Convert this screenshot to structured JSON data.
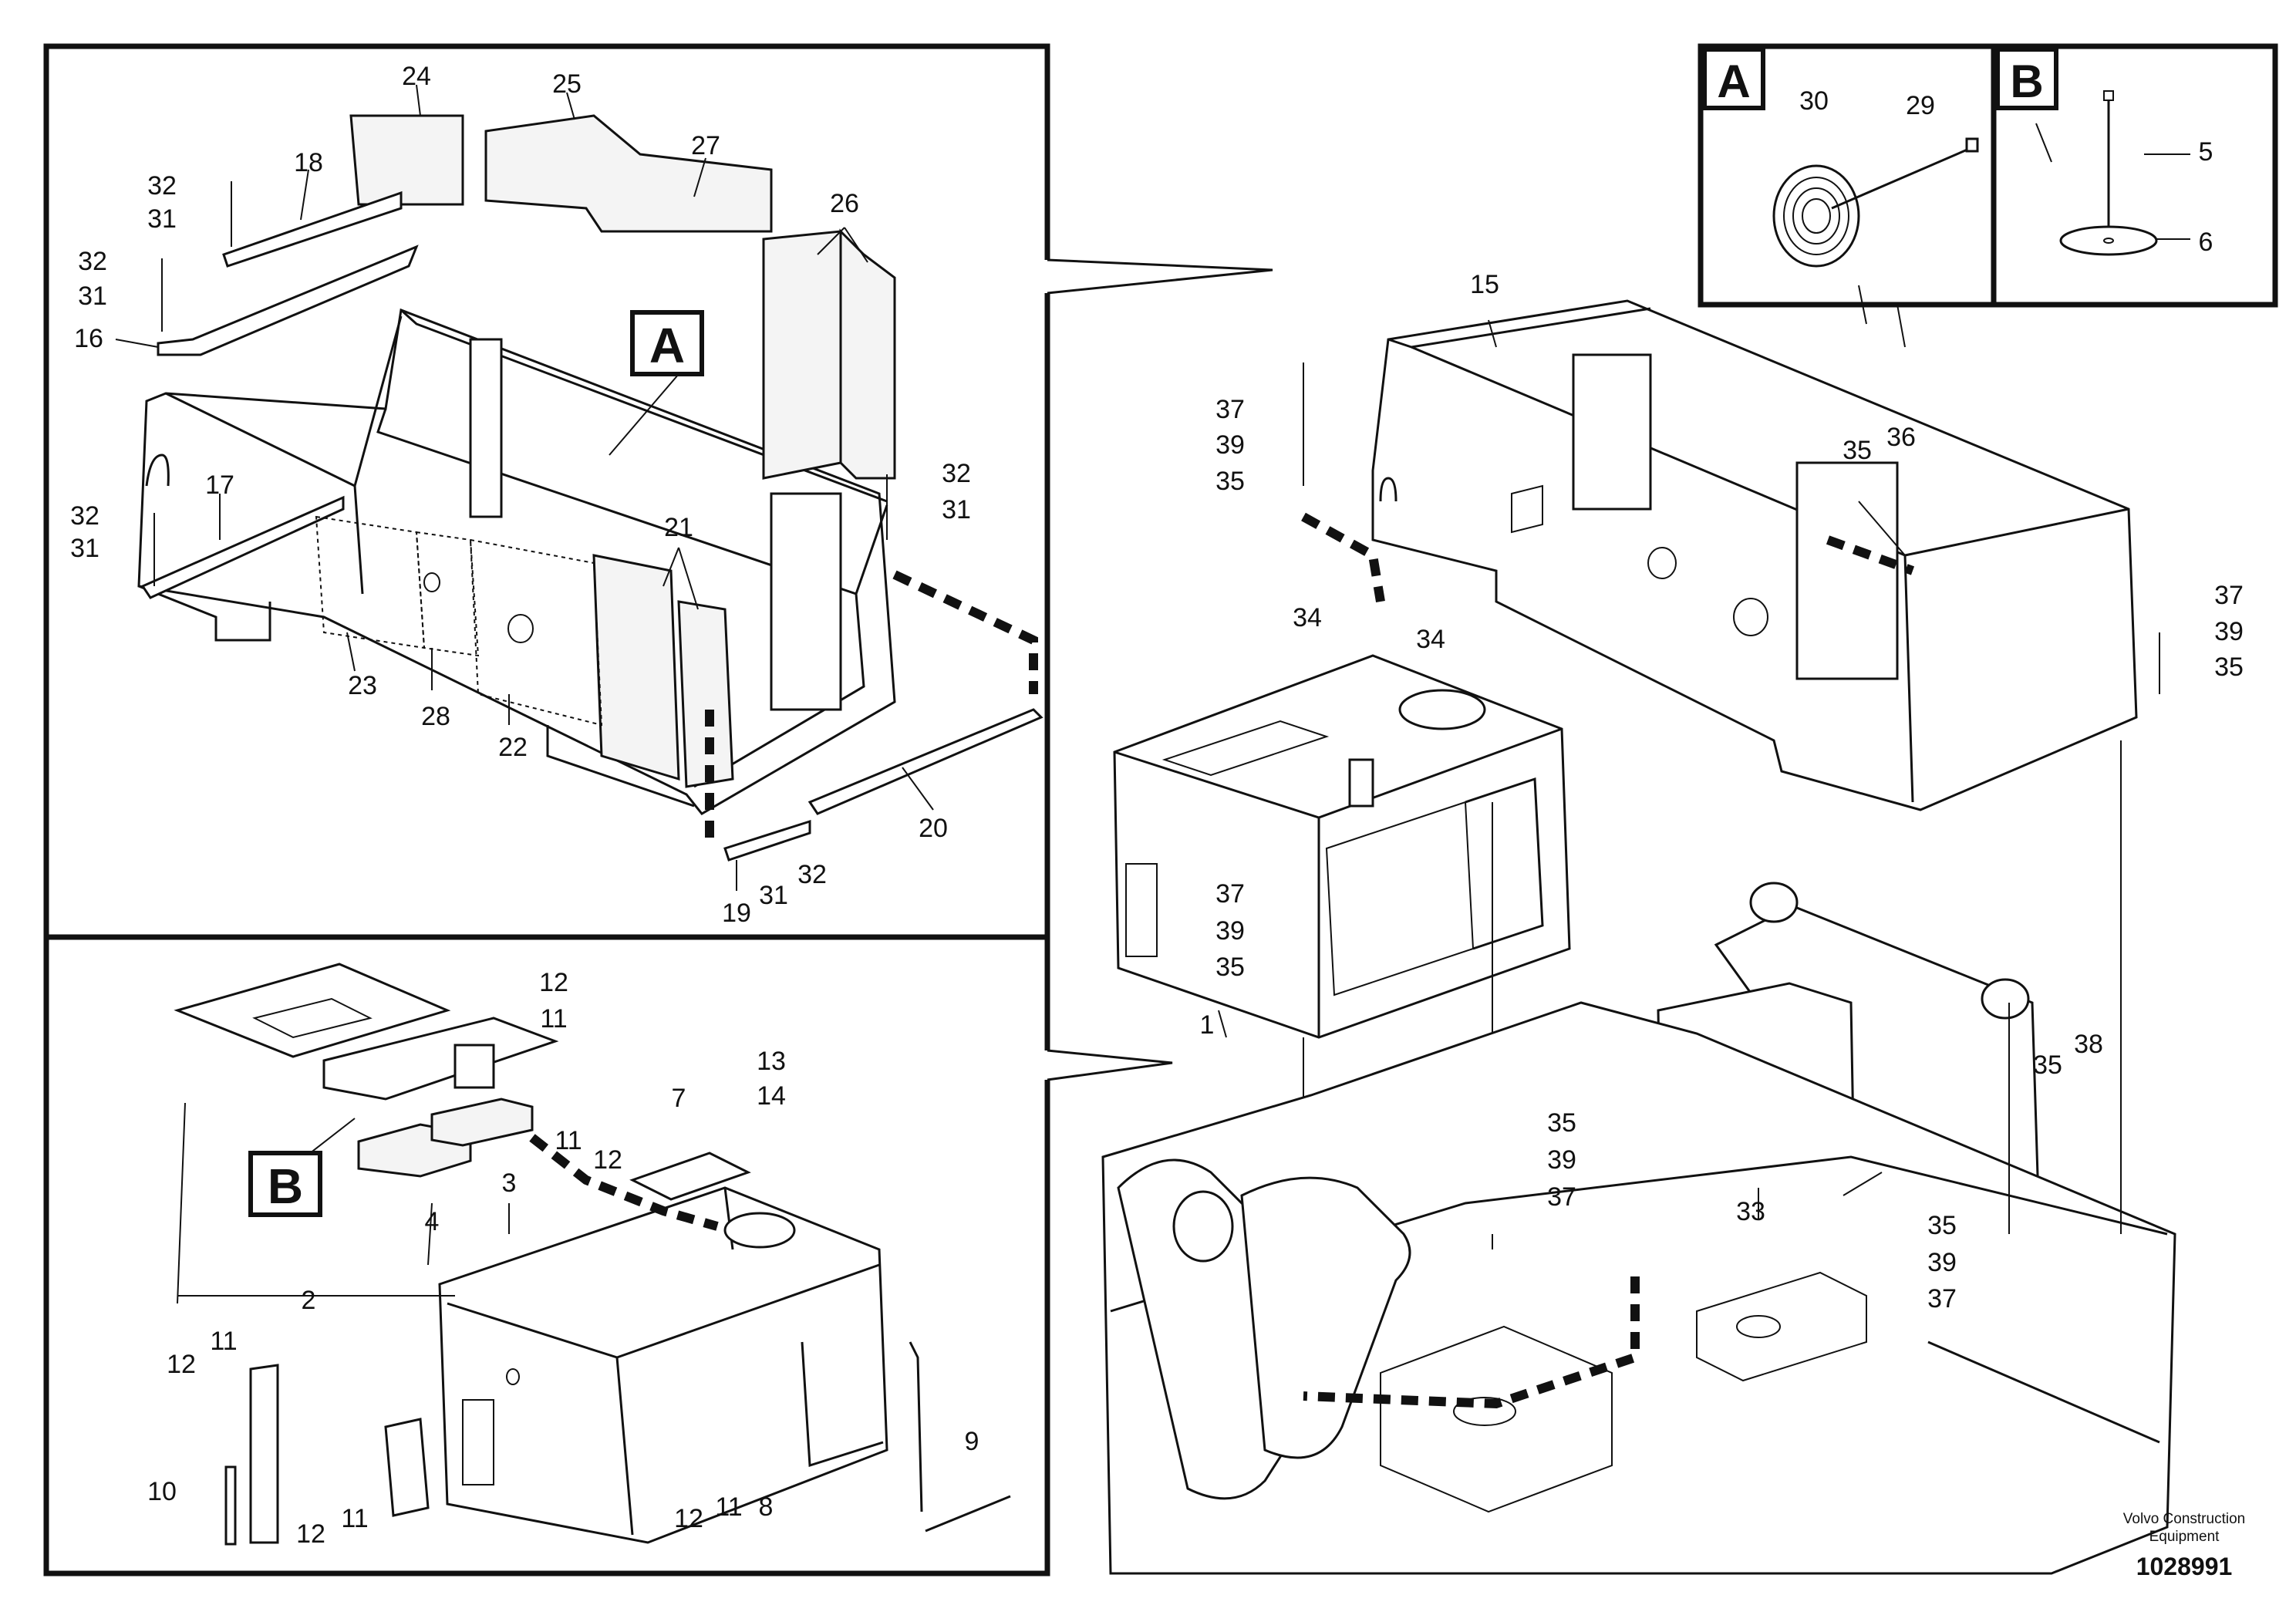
{
  "document": {
    "brand_line1": "Volvo Construction",
    "brand_line2": "Equipment",
    "doc_number": "1028991"
  },
  "detail_views": {
    "a": "A",
    "b": "B"
  },
  "callouts": {
    "n1": "1",
    "n2": "2",
    "n3": "3",
    "n4": "4",
    "n5": "5",
    "n6": "6",
    "n7": "7",
    "n8": "8",
    "n9": "9",
    "n10": "10",
    "n11": "11",
    "n12": "12",
    "n13": "13",
    "n14": "14",
    "n15": "15",
    "n16": "16",
    "n17": "17",
    "n18": "18",
    "n19": "19",
    "n20": "20",
    "n21": "21",
    "n22": "22",
    "n23": "23",
    "n24": "24",
    "n25": "25",
    "n26": "26",
    "n27": "27",
    "n28": "28",
    "n29": "29",
    "n30": "30",
    "n31": "31",
    "n32": "32",
    "n33": "33",
    "n34": "34",
    "n35": "35",
    "n36": "36",
    "n37": "37",
    "n38": "38",
    "n39": "39"
  }
}
